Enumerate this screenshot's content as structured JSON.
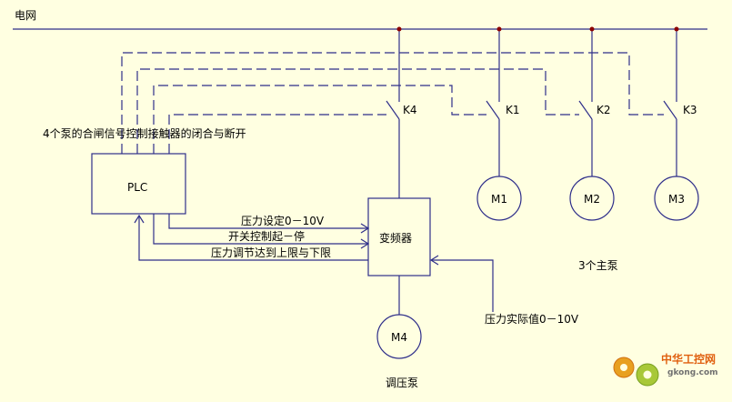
{
  "labels": {
    "grid": "电网",
    "plc": "PLC",
    "vfd": "变频器",
    "contactor_signal": "4个泵的合闸信号控制接触器的闭合与断开",
    "pressure_setpoint": "压力设定0－10V",
    "start_stop": "开关控制起－停",
    "pressure_limits": "压力调节达到上限与下限",
    "pressure_feedback": "压力实际值0－10V",
    "main_pumps": "3个主泵",
    "regulating_pump": "调压泵"
  },
  "switches": [
    "K4",
    "K1",
    "K2",
    "K3"
  ],
  "motors": [
    "M1",
    "M2",
    "M3",
    "M4"
  ],
  "watermark": {
    "brand": "中华工控网",
    "url": "gkong.com"
  },
  "colors": {
    "background": "#ffffe1",
    "wire": "#2e2e8a",
    "junction": "#8b0000",
    "watermark": "#e06010"
  }
}
